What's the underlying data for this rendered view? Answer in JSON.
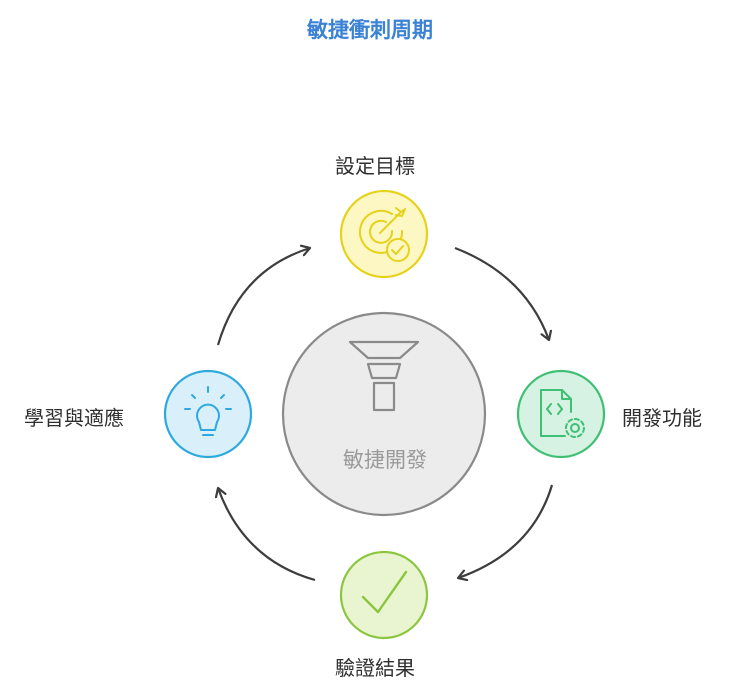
{
  "title": "敏捷衝刺周期",
  "center": {
    "label": "敏捷開發",
    "icon": "funnel-icon"
  },
  "nodes": {
    "top": {
      "label": "設定目標",
      "icon": "target-check-icon",
      "fill": "#fdf7c4",
      "stroke": "#e6d21a"
    },
    "right": {
      "label": "開發功能",
      "icon": "code-file-gear-icon",
      "fill": "#d6f2e3",
      "stroke": "#3fbf73"
    },
    "bottom": {
      "label": "驗證結果",
      "icon": "checkmark-icon",
      "fill": "#e9f5d0",
      "stroke": "#8cc63f"
    },
    "left": {
      "label": "學習與適應",
      "icon": "lightbulb-icon",
      "fill": "#d9effa",
      "stroke": "#2ea9e0"
    }
  },
  "colors": {
    "title": "#3b82d6",
    "arrow": "#3d3d3d",
    "center_fill": "#ececec",
    "center_stroke": "#8a8a8a"
  }
}
